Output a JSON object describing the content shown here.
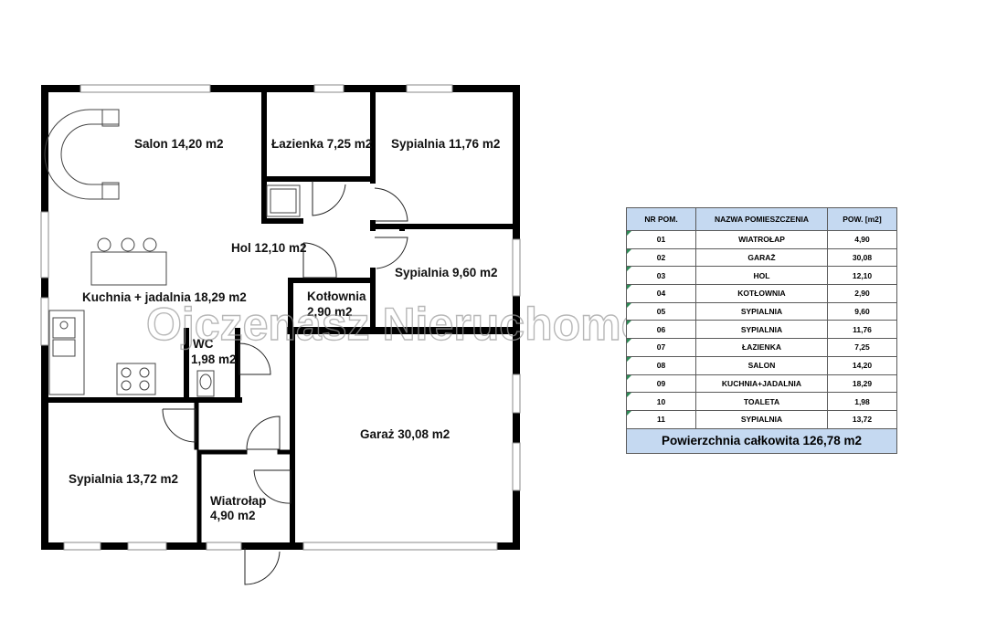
{
  "watermark": "Ojczenasz Nieruchomości",
  "rooms": {
    "salon": "Salon 14,20 m2",
    "lazienka": "Łazienka 7,25 m2",
    "sypialnia1": "Sypialnia 11,76 m2",
    "hol": "Hol 12,10 m2",
    "sypialnia2": "Sypialnia 9,60 m2",
    "kuchnia": "Kuchnia + jadalnia 18,29 m2",
    "kotlownia": [
      "Kotłownia",
      "2,90 m2"
    ],
    "wc": [
      "WC",
      "1,98 m2"
    ],
    "garaz": "Garaż 30,08 m2",
    "sypialnia3": "Sypialnia 13,72 m2",
    "wiatrolap": [
      "Wiatrołap",
      "4,90 m2"
    ]
  },
  "table": {
    "headers": [
      "NR POM.",
      "NAZWA POMIESZCZENIA",
      "POW. [m2]"
    ],
    "rows": [
      [
        "01",
        "WIATROŁAP",
        "4,90"
      ],
      [
        "02",
        "GARAŻ",
        "30,08"
      ],
      [
        "03",
        "HOL",
        "12,10"
      ],
      [
        "04",
        "KOTŁOWNIA",
        "2,90"
      ],
      [
        "05",
        "SYPIALNIA",
        "9,60"
      ],
      [
        "06",
        "SYPIALNIA",
        "11,76"
      ],
      [
        "07",
        "ŁAZIENKA",
        "7,25"
      ],
      [
        "08",
        "SALON",
        "14,20"
      ],
      [
        "09",
        "KUCHNIA+JADALNIA",
        "18,29"
      ],
      [
        "10",
        "TOALETA",
        "1,98"
      ],
      [
        "11",
        "SYPIALNIA",
        "13,72"
      ]
    ],
    "total": "Powierzchnia całkowita 126,78 m2"
  }
}
